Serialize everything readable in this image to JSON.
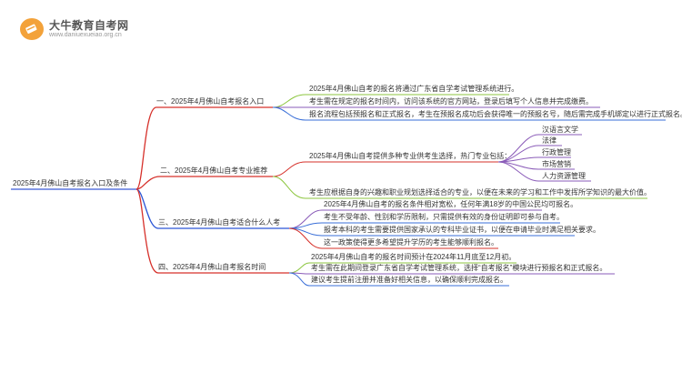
{
  "logo": {
    "title": "大牛教育自考网",
    "url": "www.daniuexueiao.org.cn",
    "icon": "pencil-icon",
    "color": "#f3a23a"
  },
  "colors": {
    "root_line": "#3b5bd6",
    "branch_1": "#d6302a",
    "branch_2": "#d6302a",
    "branch_3": "#2a55d6",
    "branch_4": "#d6302a",
    "leaf_green": "#8cc63f",
    "leaf_purple": "#8a5bb8",
    "leaf_blue": "#3a6fd8",
    "leaf_red": "#d6302a"
  },
  "mindmap": {
    "root": "2025年4月佛山自考报名入口及条件",
    "branches": [
      {
        "label": "一、2025年4月佛山自考报名入口",
        "children": [
          "2025年4月佛山自考的报名将通过广东省自学考试管理系统进行。",
          "考生需在规定的报名时间内，访问该系统的官方网站，登录后填写个人信息并完成缴费。",
          "报名流程包括预报名和正式报名，考生在预报名成功后会获得唯一的预报名号，随后需完成手机绑定以进行正式报名。"
        ]
      },
      {
        "label": "二、2025年4月佛山自考专业推荐",
        "children": [
          "2025年4月佛山自考提供多种专业供考生选择，热门专业包括：",
          "考生应根据自身的兴趣和职业规划选择适合的专业，以便在未来的学习和工作中发挥所学知识的最大价值。"
        ],
        "majors": [
          "汉语言文学",
          "法律",
          "行政管理",
          "市场营销",
          "人力资源管理"
        ]
      },
      {
        "label": "三、2025年4月佛山自考适合什么人考",
        "children": [
          "2025年4月佛山自考的报名条件相对宽松，任何年满18岁的中国公民均可报名。",
          "考生不受年龄、性别和学历限制，只需提供有效的身份证明即可参与自考。",
          "报考本科的考生需要提供国家承认的专科毕业证书，以便在申请毕业时满足相关要求。",
          "这一政策使得更多希望提升学历的考生能够顺利报名。"
        ]
      },
      {
        "label": "四、2025年4月佛山自考报名时间",
        "children": [
          "2025年4月佛山自考的报名时间预计在2024年11月底至12月初。",
          "考生需在此期间登录广东省自学考试管理系统，选择“自考报名”模块进行预报名和正式报名。",
          "建议考生提前注册并准备好相关信息，以确保顺利完成报名。"
        ]
      }
    ]
  }
}
